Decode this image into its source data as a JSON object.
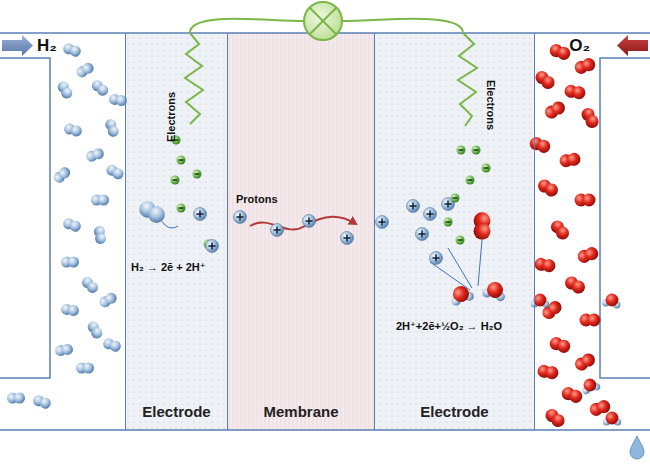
{
  "diagram": {
    "nodes": [
      {
        "text": [
          "Electrode"
        ]
      },
      {
        "text": [
          "Membrane"
        ]
      },
      {
        "text": [
          "Electrode"
        ]
      }
    ],
    "edges": [
      {
        "from": 0,
        "to": 2,
        "arrow": "none"
      }
    ],
    "labels": [
      "H₂",
      "O₂",
      "Electrons",
      "Electrons",
      "Protons",
      "H₂ → 2ē + 2H⁺",
      "2H⁺+2ē+½O₂ → H₂O"
    ]
  }
}
